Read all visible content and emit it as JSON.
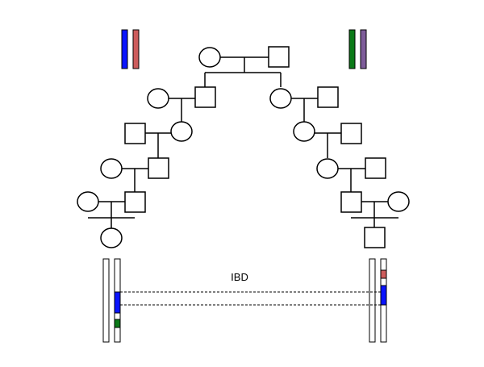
{
  "figure": {
    "ibd_label": "IBD"
  },
  "colors": {
    "founder_hap_a": "#0a14ff",
    "founder_hap_b": "#cd5c5c",
    "founder_hap_c": "#0b7a18",
    "founder_hap_d": "#7e5c9a",
    "line": "#000000",
    "chromosome_fill": "#ffffff"
  },
  "pedigree": {
    "individual_shapes": [
      "female-circle",
      "male-square"
    ],
    "generations_left": 6,
    "generations_right": 6
  }
}
